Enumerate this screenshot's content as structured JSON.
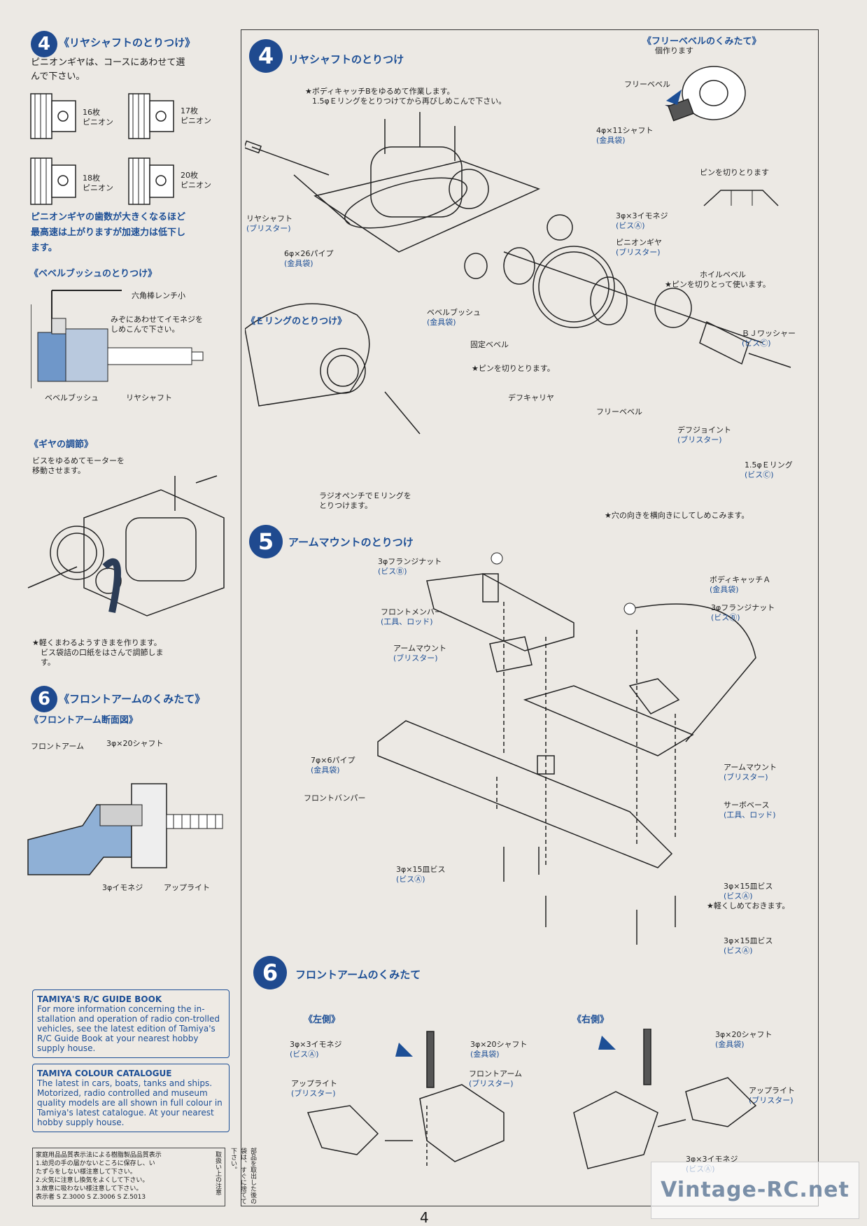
{
  "left": {
    "s4_title": "《リヤシャフトのとりつけ》",
    "s4_intro_1": "ピニオンギヤは、コースにあわせて選",
    "s4_intro_2": "んで下さい。",
    "pinion_16": [
      "16枚",
      "ピニオン"
    ],
    "pinion_17": [
      "17枚",
      "ピニオン"
    ],
    "pinion_18": [
      "18枚",
      "ピニオン"
    ],
    "pinion_20": [
      "20枚",
      "ピニオン"
    ],
    "s4_note_1": "ピニオンギヤの歯数が大きくなるほど",
    "s4_note_2": "最高速は上がりますが加速力は低下し",
    "s4_note_3": "ます。",
    "bevel_title": "《ベベルブッシュのとりつけ》",
    "hex_wrench": "六角棒レンチ小",
    "bevel_note_1": "みぞにあわせてイモネジを",
    "bevel_note_2": "しめこんで下さい。",
    "bevel_bush": "ベベルブッシュ",
    "rear_shaft": "リヤシャフト",
    "gear_title": "《ギヤの調節》",
    "gear_note_1": "ビスをゆるめてモーターを",
    "gear_note_2": "移動させます。",
    "gear_star_1": "★軽くまわるようすきまを作ります。",
    "gear_star_2": "ビス袋詰の口紙をはさんで調節しま",
    "gear_star_3": "す。",
    "s6_title": "《フロントアームのくみたて》",
    "s6_sub": "《フロントアーム断面図》",
    "front_arm": "フロントアーム",
    "shaft_3x20": "3φ×20シャフト",
    "set_screw": "3φイモネジ",
    "upright": "アップライト"
  },
  "info": {
    "guide_title": "TAMIYA'S R/C GUIDE BOOK",
    "guide_body": "For more information concerning the in-stallation and operation of radio con-trolled vehicles, see the latest edition of Tamiya's R/C Guide Book at your nearest hobby supply house.",
    "catalogue_title": "TAMIYA COLOUR CATALOGUE",
    "catalogue_body": "The latest in cars, boats, tanks and ships. Motorized, radio controlled and museum quality models are all shown in full colour in Tamiya's latest catalogue. At your nearest hobby supply house."
  },
  "legal": {
    "col_a": "取扱い上の注意",
    "title": "家庭用品品質表示法による樹脂製品品質表示",
    "l1": "1.幼児の手の届かないところに保存し、い",
    "l2": "たずらをしない様注意して下さい。",
    "l3": "2.火気に注意し換気をよくして下さい。",
    "l4": "3.故意に吸わない様注意して下さい。",
    "l5": "表示者 S Z.3000 S Z.3006 S Z.5013",
    "side": "部品を取出した後の袋は、すぐに捨てて下さい。"
  },
  "main": {
    "s4_num": "4",
    "s4_title": "リヤシャフトのとりつけ",
    "body_catch_note_1": "★ボディキャッチBをゆるめて作業します。",
    "body_catch_note_2": "1.5φＥリングをとりつけてから再びしめこんで下さい。",
    "free_bevel_title": "《フリーベベルのくみたて》",
    "free_bevel_sub": "個作ります",
    "free_bevel": "フリーベベル",
    "shaft_4x11": "4φ×11シャフト",
    "bag_metal": "(金具袋)",
    "pin_cut": "ピンを切りとります",
    "rear_shaft": "リヤシャフト",
    "blister": "(ブリスター)",
    "pipe_6x26": "6φ×26パイプ",
    "set_3x3": "3φ×3イモネジ",
    "bis_a": "(ビスⒶ)",
    "pinion_gear": "ピニオンギヤ",
    "wheel_bevel": "ホイルベベル",
    "wheel_bevel_note": "★ピンを切りとって使います。",
    "bevel_bush": "ベベルブッシュ",
    "fixed_bevel": "固定ベベル",
    "pin_cut_star": "★ピンを切りとります。",
    "diff_carrier": "デフキャリヤ",
    "free_bevel_2": "フリーベベル",
    "bj_washer": "ＢＪワッシャー",
    "bis_c": "(ビスⒸ)",
    "diff_joint": "デフジョイント",
    "e_ring": "1.5φＥリング",
    "ering_title": "《Ｅリングのとりつけ》",
    "ering_note_1": "ラジオペンチでＥリングを",
    "ering_note_2": "とりつけます。",
    "hole_note": "★穴の向きを横向きにしてしめこみます。",
    "s5_num": "5",
    "s5_title": "アームマウントのとりつけ",
    "flange_nut": "3φフランジナット",
    "bis_b": "(ビスⒷ)",
    "body_catch_a": "ボディキャッチＡ",
    "front_member": "フロントメンバー",
    "tool_rod": "(工具、ロッド)",
    "arm_mount": "アームマウント",
    "pipe_7x6": "7φ×6パイプ",
    "front_bumper": "フロントバンパー",
    "servo_base": "サーボベース",
    "screw_3x15": "3φ×15皿ビス",
    "loose_note": "★軽くしめておきます。",
    "s6_num": "6",
    "s6_title": "フロントアームのくみたて",
    "left_side": "《左側》",
    "right_side": "《右側》",
    "shaft_3x20": "3φ×20シャフト",
    "front_arm": "フロントアーム",
    "upright": "アップライト"
  },
  "footer": {
    "page": "4",
    "watermark": "Vintage-RC.net"
  }
}
